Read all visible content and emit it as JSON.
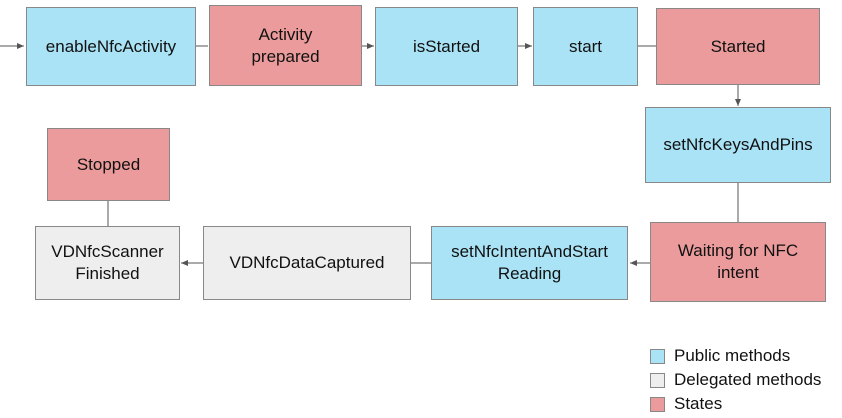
{
  "nodes": {
    "enable_nfc_activity": "enableNfcActivity",
    "activity_prepared": "Activity prepared",
    "is_started": "isStarted",
    "start": "start",
    "started": "Started",
    "set_nfc_keys_and_pins": "setNfcKeysAndPins",
    "waiting_for_nfc_intent": "Waiting for NFC intent",
    "set_nfc_intent_and_start_reading": "setNfcIntentAndStart Reading",
    "vd_nfc_data_captured": "VDNfcDataCaptured",
    "vd_nfc_scanner_finished": "VDNfcScanner Finished",
    "stopped": "Stopped"
  },
  "legend": {
    "public": "Public methods",
    "delegated": "Delegated methods",
    "states": "States"
  },
  "colors": {
    "public": "#a9e3f5",
    "delegated": "#eeeeee",
    "states": "#eb9b9b"
  }
}
